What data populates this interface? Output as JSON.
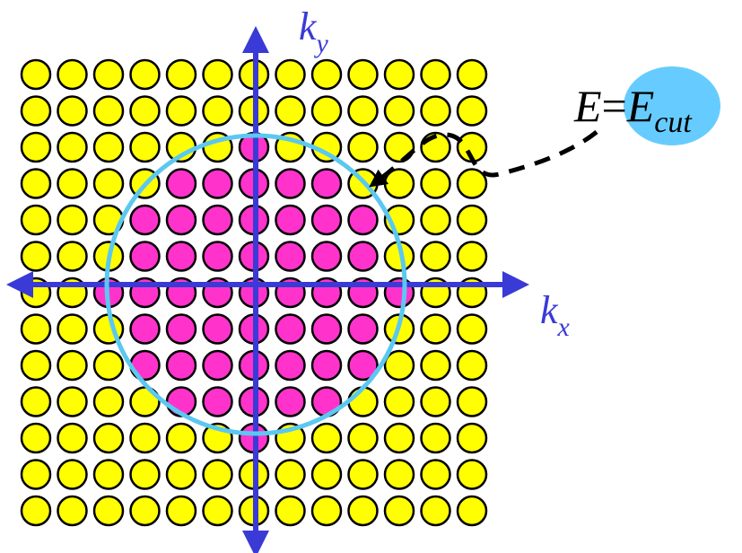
{
  "labels": {
    "ky_main": "k",
    "ky_sub": "y",
    "kx_main": "k",
    "kx_sub": "x",
    "cut_E": "E",
    "cut_eq": "=",
    "cut_E2": "E",
    "cut_sub": "cut"
  },
  "grid": {
    "cols": 13,
    "rows": 13,
    "cutoff_cells": 4.1
  },
  "colors": {
    "axis": "#3a3ad6",
    "axis_label": "#3a3ad6",
    "inside_point": "#ff33cc",
    "outside_point": "#ffff00",
    "point_stroke": "#000000",
    "cutoff_circle": "#5bc8f0",
    "cutoff_badge": "#66ccff",
    "pointer": "#000000"
  }
}
